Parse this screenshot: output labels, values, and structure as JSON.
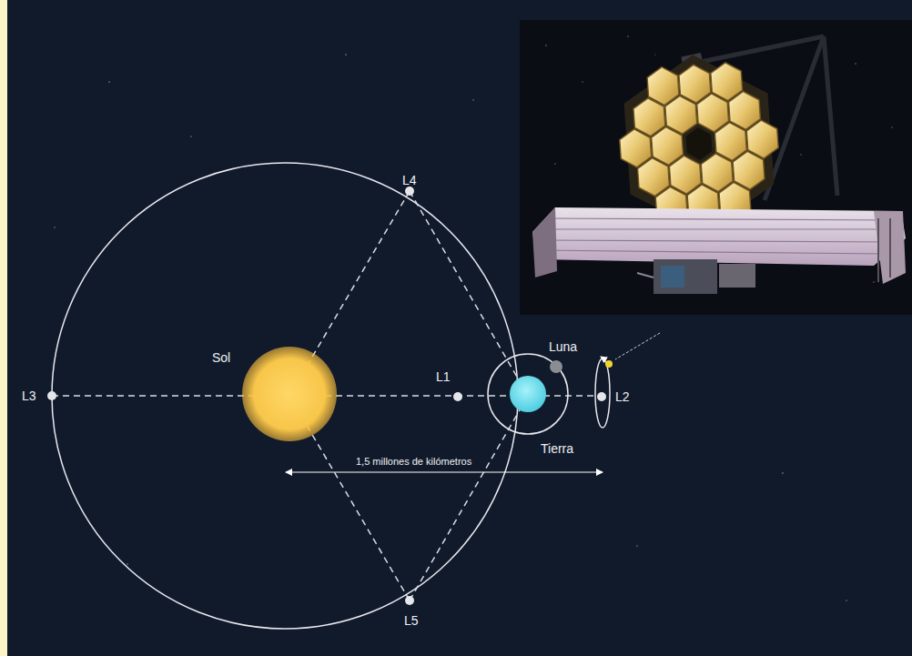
{
  "diagram": {
    "labels": [
      "L4",
      "Sol",
      "L3",
      "L1",
      "Luna",
      "L2",
      "Tierra",
      "1,5 millones de kilómetros",
      "L5"
    ]
  }
}
